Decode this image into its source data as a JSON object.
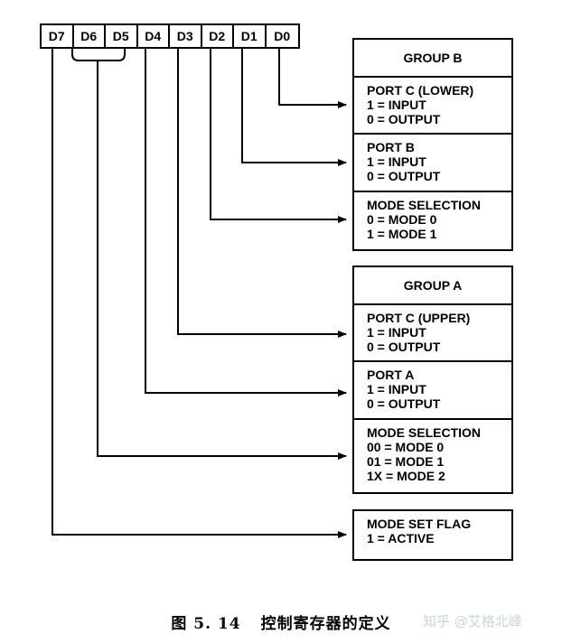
{
  "bits": [
    "D7",
    "D6",
    "D5",
    "D4",
    "D3",
    "D2",
    "D1",
    "D0"
  ],
  "group_b": {
    "title": "GROUP B",
    "port_c_lower": [
      "PORT C (LOWER)",
      "1 = INPUT",
      "0 = OUTPUT"
    ],
    "port_b": [
      "PORT B",
      "1 = INPUT",
      "0 = OUTPUT"
    ],
    "mode_selection": [
      "MODE SELECTION",
      "0 = MODE 0",
      "1 = MODE 1"
    ]
  },
  "group_a": {
    "title": "GROUP A",
    "port_c_upper": [
      "PORT C (UPPER)",
      "1 = INPUT",
      "0 = OUTPUT"
    ],
    "port_a": [
      "PORT A",
      "1 = INPUT",
      "0 = OUTPUT"
    ],
    "mode_selection": [
      "MODE SELECTION",
      "00 = MODE 0",
      "01 = MODE 1",
      "1X = MODE 2"
    ]
  },
  "mode_set_flag": [
    "MODE SET FLAG",
    "1 = ACTIVE"
  ],
  "caption": {
    "figure_number": "图 5. 14",
    "title": "控制寄存器的定义"
  },
  "watermark": "知乎 @艾格北峰"
}
